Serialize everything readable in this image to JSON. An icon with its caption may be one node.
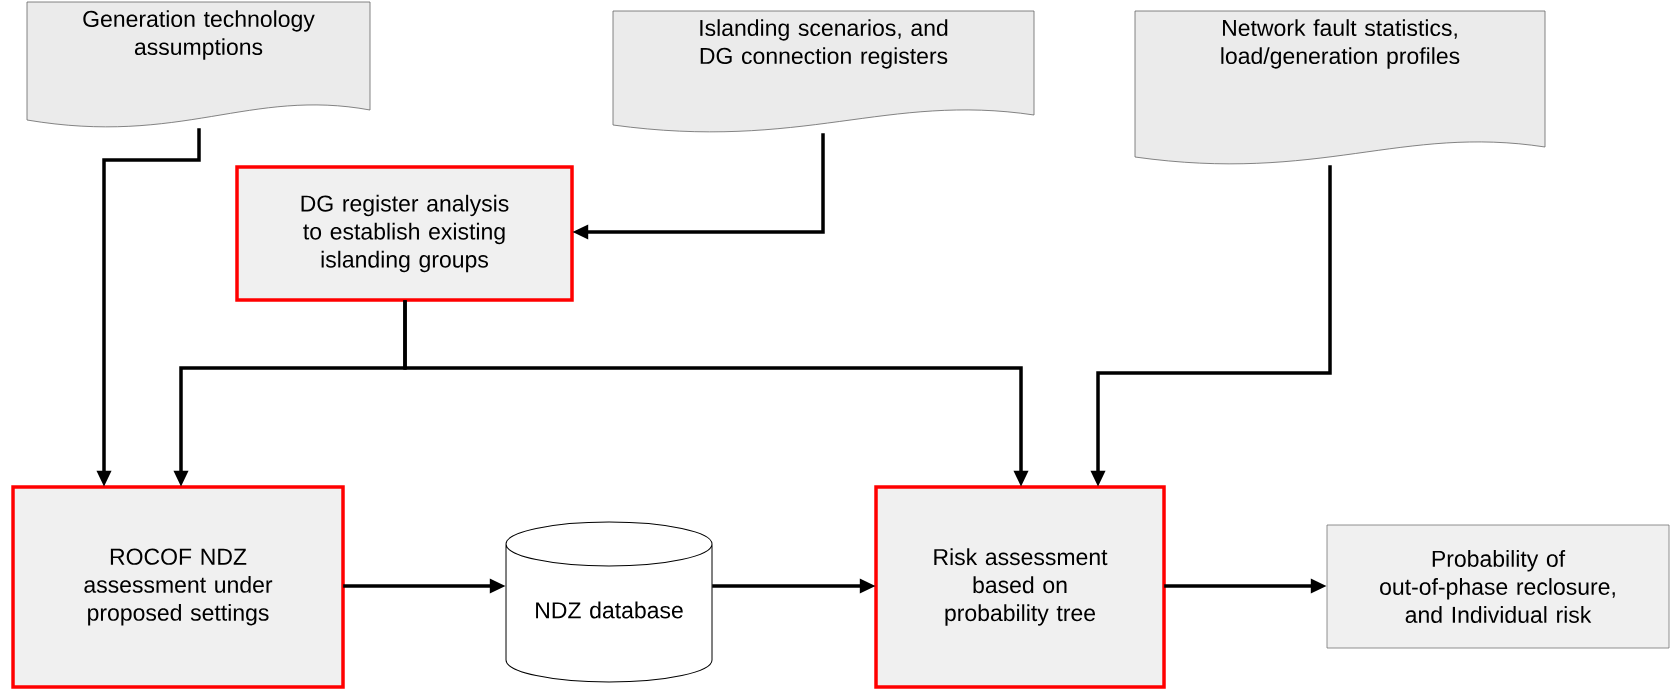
{
  "diagram": {
    "nodes": [
      {
        "text": [
          "Generation technology assumptions"
        ]
      },
      {
        "text": [
          "Islanding scenarios, and DG connection registers"
        ]
      },
      {
        "text": [
          "Network fault statistics, load/generation profiles"
        ]
      },
      {
        "text": [
          "DG register analysis to establish existing islanding groups"
        ]
      },
      {
        "text": [
          "ROCOF NDZ assessment under proposed settings"
        ]
      },
      {
        "text": [
          "NDZ database"
        ]
      },
      {
        "text": [
          "Risk assessment based on probability tree"
        ]
      },
      {
        "text": [
          "Probability of out-of-phase reclosure, and Individual risk"
        ]
      }
    ],
    "edges": [
      {
        "from": 0,
        "to": 4,
        "arrow": "to"
      },
      {
        "from": 1,
        "to": 3,
        "arrow": "to"
      },
      {
        "from": 3,
        "to": 4,
        "arrow": "to"
      },
      {
        "from": 3,
        "to": 6,
        "arrow": "to"
      },
      {
        "from": 2,
        "to": 6,
        "arrow": "to"
      },
      {
        "from": 4,
        "to": 5,
        "arrow": "to"
      },
      {
        "from": 5,
        "to": 6,
        "arrow": "to"
      },
      {
        "from": 6,
        "to": 7,
        "arrow": "to"
      }
    ]
  }
}
